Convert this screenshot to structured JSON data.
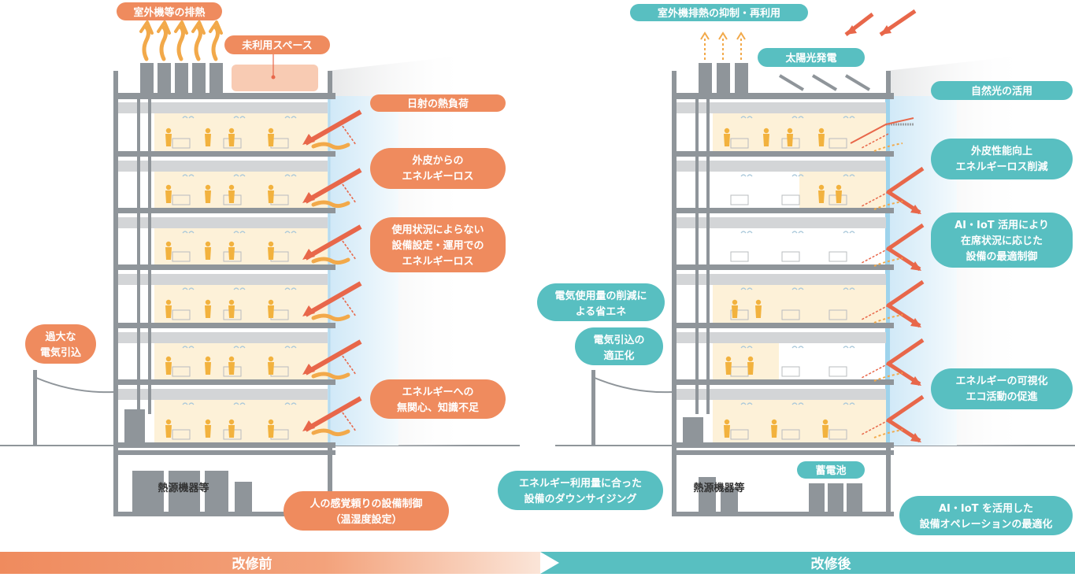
{
  "colors": {
    "orange": "#ef8b5e",
    "orange_arrow": "#e8674a",
    "teal": "#58bfc1",
    "gray": "#8f959a",
    "light_gray": "#d3d5d7",
    "warm_fill": "#fdf1d8",
    "occupant": "#f2b23e",
    "glass": "#e3f2fb"
  },
  "before": {
    "labels": {
      "exhaust": "室外機等の排熱",
      "unused_space": "未利用スペース",
      "solar_load": "日射の熱負荷",
      "envelope_loss": "外皮からの\nエネルギーロス",
      "usage_loss": "使用状況によらない\n設備設定・運用での\nエネルギーロス",
      "indifference": "エネルギーへの\n無関心、知識不足",
      "excess_power": "過大な\n電気引込",
      "sensory_control": "人の感覚頼りの設備制御\n（温湿度設定）",
      "heat_source": "熱源機器等"
    },
    "band": "改修前"
  },
  "after": {
    "labels": {
      "exhaust_reuse": "室外機排熱の抑制・再利用",
      "solar_power": "太陽光発電",
      "daylight": "自然光の活用",
      "envelope_improve": "外皮性能向上\nエネルギーロス削減",
      "ai_iot_control": "AI・IoT 活用により\n在席状況に応じた\n設備の最適制御",
      "power_saving": "電気使用量の削減に\nよる省エネ",
      "power_right_size": "電気引込の\n適正化",
      "visualization": "エネルギーの可視化\nエコ活動の促進",
      "downsizing": "エネルギー利用量に合った\n設備のダウンサイジング",
      "battery": "蓄電池",
      "ai_iot_ops": "AI・IoT を活用した\n設備オペレーションの最適化",
      "heat_source": "熱源機器等"
    },
    "band": "改修後"
  }
}
